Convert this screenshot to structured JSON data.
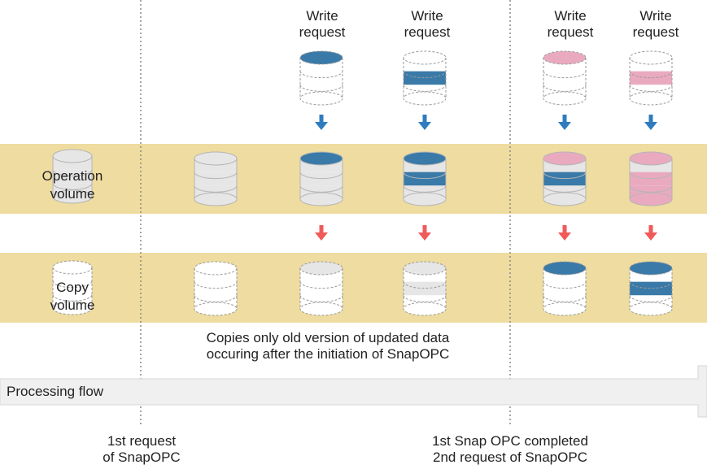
{
  "write_request_labels": [
    {
      "line1": "Write",
      "line2": "request"
    },
    {
      "line1": "Write",
      "line2": "request"
    },
    {
      "line1": "Write",
      "line2": "request"
    },
    {
      "line1": "Write",
      "line2": "request"
    }
  ],
  "rows": {
    "operation": {
      "line1": "Operation",
      "line2": "volume"
    },
    "copy": {
      "line1": "Copy",
      "line2": "volume"
    }
  },
  "note": {
    "line1": "Copies only old version of updated data",
    "line2": "occuring after the initiation of SnapOPC"
  },
  "flow": {
    "label": "Processing flow"
  },
  "milestones": [
    {
      "line1": "1st request",
      "line2": "of SnapOPC"
    },
    {
      "line1": "1st Snap OPC completed",
      "line2": "2nd request of SnapOPC"
    }
  ],
  "colors": {
    "band": "#efdca0",
    "blue": "#3a7aa8",
    "pink": "#e9aac0",
    "gray": "#e6e6e6",
    "red_arrow": "#f05a5a",
    "blue_arrow": "#2f7bbf"
  }
}
